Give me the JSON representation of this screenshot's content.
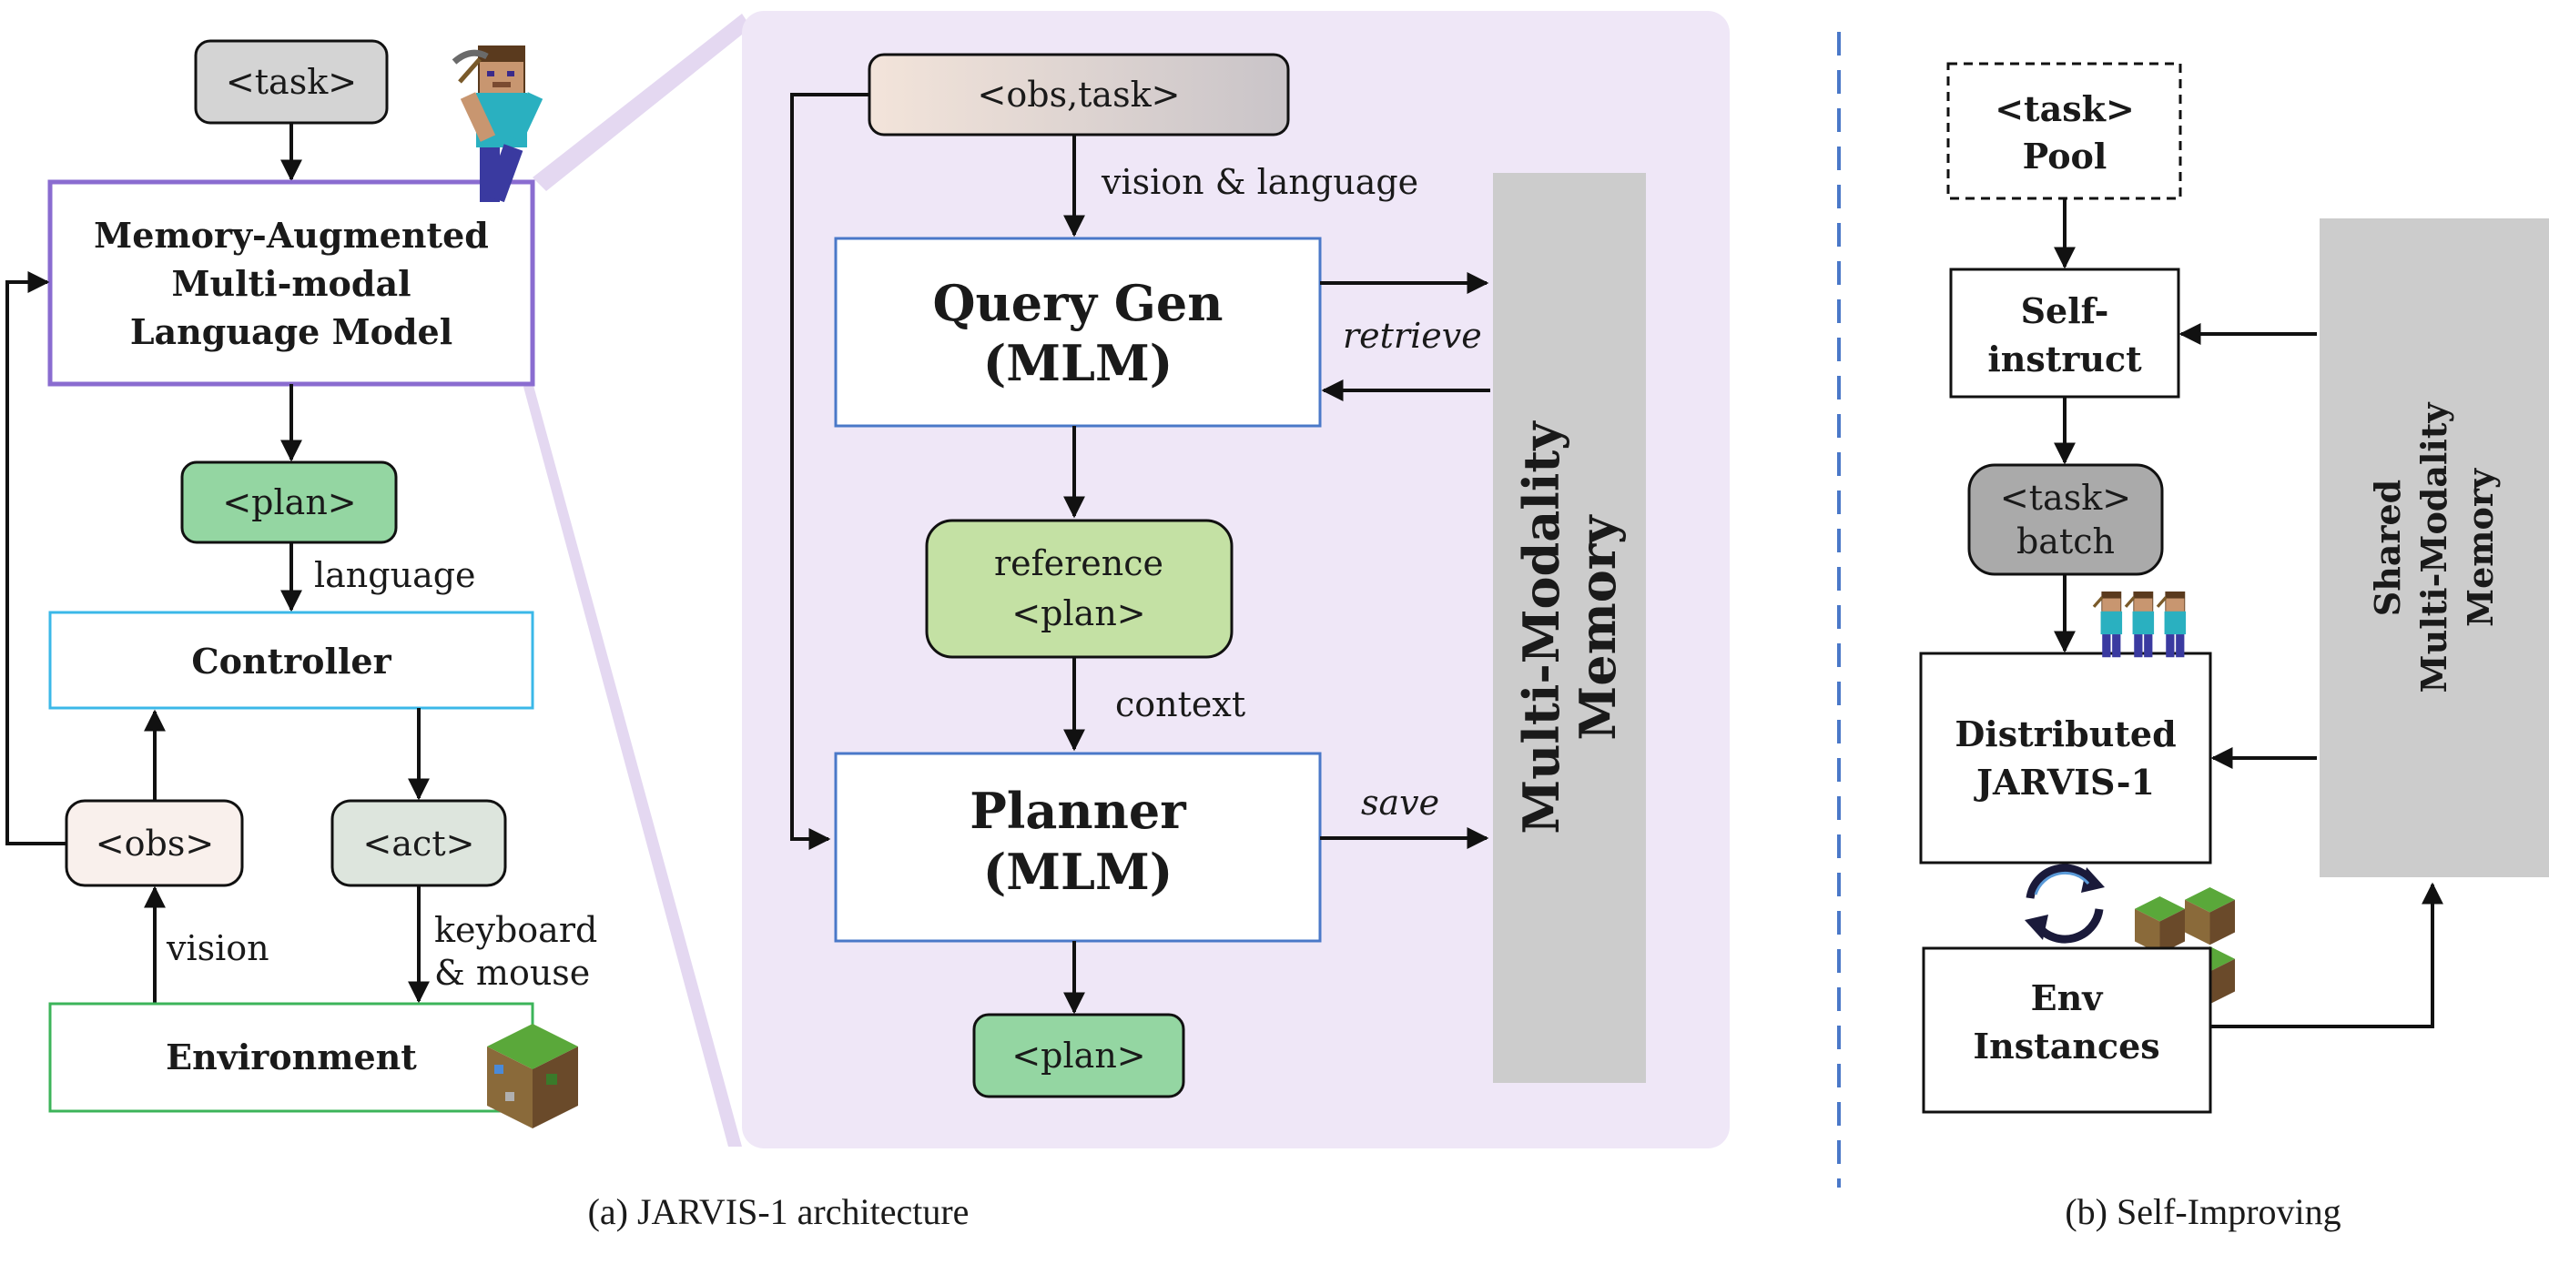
{
  "architecture": {
    "task_label": "<task>",
    "mlm_lines": [
      "Memory-Augmented",
      "Multi-modal",
      "Language Model"
    ],
    "plan_label": "<plan>",
    "language_label": "language",
    "controller_label": "Controller",
    "obs_label": "<obs>",
    "act_label": "<act>",
    "vision_label": "vision",
    "keyboard_mouse_lines": [
      "keyboard",
      "& mouse"
    ],
    "environment_label": "Environment",
    "caption": "(a) JARVIS-1 architecture"
  },
  "zoom_panel": {
    "obs_task_label": "<obs,task>",
    "vision_language_label": "vision & language",
    "query_gen_lines": [
      "Query Gen",
      "(MLM)"
    ],
    "retrieve_label": "retrieve",
    "memory_lines": [
      "Multi-Modality",
      "Memory"
    ],
    "reference_plan_lines": [
      "reference",
      "<plan>"
    ],
    "context_label": "context",
    "planner_lines": [
      "Planner",
      "(MLM)"
    ],
    "save_label": "save",
    "plan_output_label": "<plan>"
  },
  "self_improving": {
    "task_pool_lines": [
      "<task>",
      "Pool"
    ],
    "self_instruct_lines": [
      "Self-",
      "instruct"
    ],
    "task_batch_lines": [
      "<task>",
      "batch"
    ],
    "distributed_lines": [
      "Distributed",
      "JARVIS-1"
    ],
    "env_instances_lines": [
      "Env",
      "Instances"
    ],
    "shared_memory_lines": [
      "Shared",
      "Multi-Modality",
      "Memory"
    ],
    "caption": "(b) Self-Improving"
  },
  "icons": [
    "minecraft-steve-icon",
    "minecraft-block-icon",
    "cycle-arrows-icon"
  ],
  "colors": {
    "task_gray": "#d4d4d4",
    "plan_green": "#94d6a2",
    "reference_green": "#c4e1a4",
    "obs_pink": "#f9f0ec",
    "act_gray": "#dde5dd",
    "mlm_border": "#8a6cd0",
    "controller_border": "#3bb8e8",
    "environment_border": "#3cb45a",
    "query_border": "#4a78c8",
    "memory_gray": "#cccccc",
    "panel_lavender": "#efe7f7",
    "batch_gray": "#aaaaaa",
    "divider_blue": "#4a78c8"
  }
}
